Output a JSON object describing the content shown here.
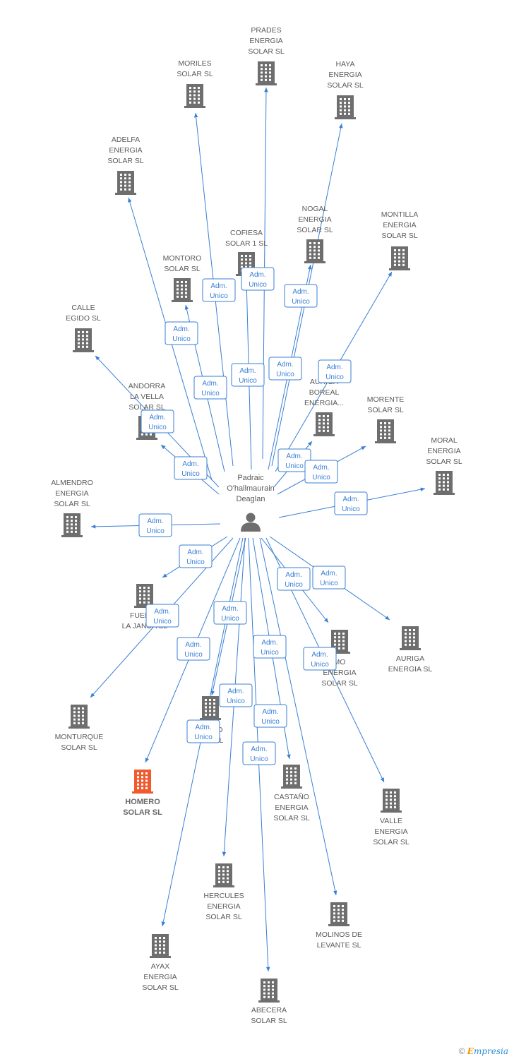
{
  "center": {
    "name": "Padraic O'hallmaurain Deaglan",
    "lines": [
      "Padraic",
      "O'hallmaurain",
      "Deaglan"
    ]
  },
  "relation_label": [
    "Adm.",
    "Unico"
  ],
  "companies": [
    {
      "id": "prades",
      "lines": [
        "PRADES",
        "ENERGIA",
        "SOLAR SL"
      ],
      "highlight": false
    },
    {
      "id": "moriles",
      "lines": [
        "MORILES",
        "SOLAR SL"
      ],
      "highlight": false
    },
    {
      "id": "haya",
      "lines": [
        "HAYA",
        "ENERGIA",
        "SOLAR SL"
      ],
      "highlight": false
    },
    {
      "id": "adelfa",
      "lines": [
        "ADELFA",
        "ENERGIA",
        "SOLAR SL"
      ],
      "highlight": false
    },
    {
      "id": "nogal",
      "lines": [
        "NOGAL",
        "ENERGIA",
        "SOLAR SL"
      ],
      "highlight": false
    },
    {
      "id": "montilla",
      "lines": [
        "MONTILLA",
        "ENERGIA",
        "SOLAR SL"
      ],
      "highlight": false
    },
    {
      "id": "cofiesa",
      "lines": [
        "COFIESA",
        "SOLAR 1 SL"
      ],
      "highlight": false
    },
    {
      "id": "montoro",
      "lines": [
        "MONTORO",
        "SOLAR SL"
      ],
      "highlight": false
    },
    {
      "id": "calle-egido",
      "lines": [
        "CALLE",
        "EGIDO SL"
      ],
      "highlight": false
    },
    {
      "id": "andorra",
      "lines": [
        "ANDORRA",
        "LA VELLA",
        "SOLAR SL"
      ],
      "highlight": false
    },
    {
      "id": "auriga-boreal",
      "lines": [
        "AURIGA",
        "BOREAL",
        "ENERGIA..."
      ],
      "highlight": false
    },
    {
      "id": "morente",
      "lines": [
        "MORENTE",
        "SOLAR SL"
      ],
      "highlight": false
    },
    {
      "id": "moral",
      "lines": [
        "MORAL",
        "ENERGIA",
        "SOLAR SL"
      ],
      "highlight": false
    },
    {
      "id": "almendro",
      "lines": [
        "ALMENDRO",
        "ENERGIA",
        "SOLAR SL"
      ],
      "highlight": false
    },
    {
      "id": "fuente",
      "lines": [
        "FUENTE",
        "LA JANDA SL"
      ],
      "highlight": false
    },
    {
      "id": "monturque",
      "lines": [
        "MONTURQUE",
        "SOLAR SL"
      ],
      "highlight": false
    },
    {
      "id": "homero",
      "lines": [
        "HOMERO",
        "SOLAR SL"
      ],
      "highlight": true
    },
    {
      "id": "chimo",
      "lines": [
        "CHIMO",
        "NTE SL"
      ],
      "highlight": false
    },
    {
      "id": "mo-energia",
      "lines": [
        "MO",
        "ENERGIA",
        "SOLAR SL"
      ],
      "highlight": false
    },
    {
      "id": "auriga-energia",
      "lines": [
        "AURIGA",
        "ENERGIA SL"
      ],
      "highlight": false
    },
    {
      "id": "castano",
      "lines": [
        "CASTAÑO",
        "ENERGIA",
        "SOLAR SL"
      ],
      "highlight": false
    },
    {
      "id": "valle",
      "lines": [
        "VALLE",
        "ENERGIA",
        "SOLAR SL"
      ],
      "highlight": false
    },
    {
      "id": "hercules",
      "lines": [
        "HERCULES",
        "ENERGIA",
        "SOLAR SL"
      ],
      "highlight": false
    },
    {
      "id": "molinos",
      "lines": [
        "MOLINOS DE",
        "LEVANTE SL"
      ],
      "highlight": false
    },
    {
      "id": "ayax",
      "lines": [
        "AYAX",
        "ENERGIA",
        "SOLAR SL"
      ],
      "highlight": false
    },
    {
      "id": "abecera",
      "lines": [
        "ABECERA",
        "SOLAR SL"
      ],
      "highlight": false
    }
  ],
  "colors": {
    "edge": "#3a7fd5",
    "building": "#6e6e6e",
    "building_highlight": "#ef5a2f",
    "person": "#6e6e6e"
  },
  "footer": {
    "copyright": "©",
    "brand_first": "E",
    "brand_rest": "mpresia"
  }
}
